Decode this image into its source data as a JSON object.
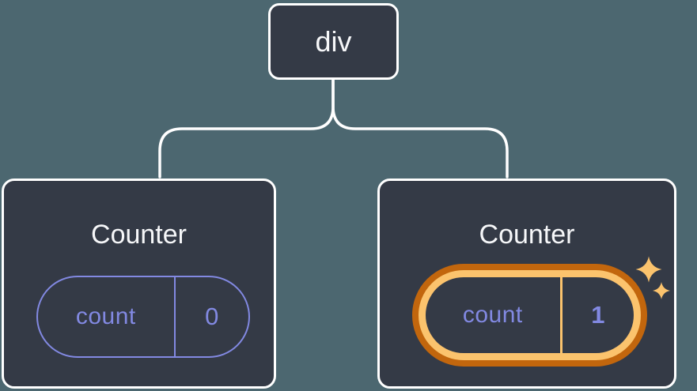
{
  "diagram": {
    "root": {
      "label": "div"
    },
    "children": [
      {
        "title": "Counter",
        "state_name": "count",
        "state_value": "0",
        "highlighted": false
      },
      {
        "title": "Counter",
        "state_name": "count",
        "state_value": "1",
        "highlighted": true
      }
    ]
  },
  "icons": {
    "sparkle_large": "sparkle-icon",
    "sparkle_small": "sparkle-icon"
  },
  "colors": {
    "background": "#4C6770",
    "node_fill": "#343A46",
    "node_text": "#F6F7F9",
    "connector": "#FFFFFF",
    "state_accent": "#8289E2",
    "highlight_outer": "#C2660D",
    "highlight_inner": "#FBC36D",
    "sparkle": "#FBC36D"
  }
}
